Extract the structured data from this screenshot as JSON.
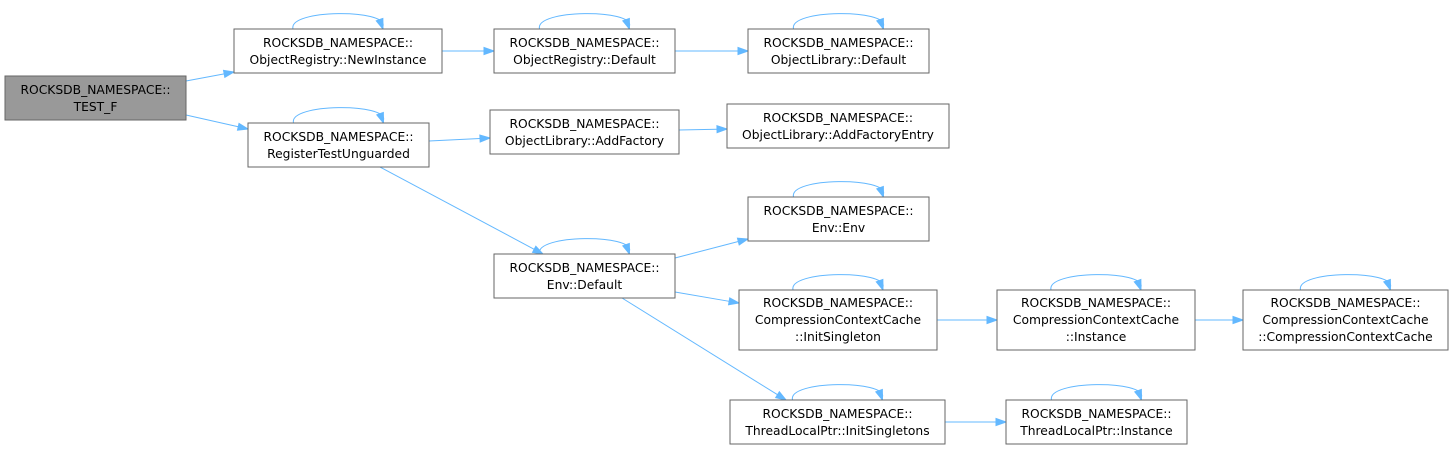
{
  "colors": {
    "edge": "#63b8ff",
    "node_border": "#666666",
    "root_fill": "#999999",
    "node_fill": "#ffffff"
  },
  "nodes": {
    "test_f": {
      "line1": "ROCKSDB_NAMESPACE::",
      "line2": "TEST_F"
    },
    "newinstance": {
      "line1": "ROCKSDB_NAMESPACE::",
      "line2": "ObjectRegistry::NewInstance"
    },
    "registry_default": {
      "line1": "ROCKSDB_NAMESPACE::",
      "line2": "ObjectRegistry::Default"
    },
    "library_default": {
      "line1": "ROCKSDB_NAMESPACE::",
      "line2": "ObjectLibrary::Default"
    },
    "register_unguarded": {
      "line1": "ROCKSDB_NAMESPACE::",
      "line2": "RegisterTestUnguarded"
    },
    "addfactory": {
      "line1": "ROCKSDB_NAMESPACE::",
      "line2": "ObjectLibrary::AddFactory"
    },
    "addfactoryentry": {
      "line1": "ROCKSDB_NAMESPACE::",
      "line2": "ObjectLibrary::AddFactoryEntry"
    },
    "env_env": {
      "line1": "ROCKSDB_NAMESPACE::",
      "line2": "Env::Env"
    },
    "env_default": {
      "line1": "ROCKSDB_NAMESPACE::",
      "line2": "Env::Default"
    },
    "ccc_initsingleton": {
      "line1": "ROCKSDB_NAMESPACE::",
      "line2": "CompressionContextCache",
      "line3": "::InitSingleton"
    },
    "ccc_instance": {
      "line1": "ROCKSDB_NAMESPACE::",
      "line2": "CompressionContextCache",
      "line3": "::Instance"
    },
    "ccc_ctor": {
      "line1": "ROCKSDB_NAMESPACE::",
      "line2": "CompressionContextCache",
      "line3": "::CompressionContextCache"
    },
    "tlp_initsingletons": {
      "line1": "ROCKSDB_NAMESPACE::",
      "line2": "ThreadLocalPtr::InitSingletons"
    },
    "tlp_instance": {
      "line1": "ROCKSDB_NAMESPACE::",
      "line2": "ThreadLocalPtr::Instance"
    }
  },
  "edges": [
    {
      "from": "test_f",
      "to": "newinstance"
    },
    {
      "from": "test_f",
      "to": "register_unguarded"
    },
    {
      "from": "newinstance",
      "to": "registry_default"
    },
    {
      "from": "registry_default",
      "to": "library_default"
    },
    {
      "from": "register_unguarded",
      "to": "addfactory"
    },
    {
      "from": "addfactory",
      "to": "addfactoryentry"
    },
    {
      "from": "register_unguarded",
      "to": "env_default"
    },
    {
      "from": "env_default",
      "to": "env_env"
    },
    {
      "from": "env_default",
      "to": "ccc_initsingleton"
    },
    {
      "from": "env_default",
      "to": "tlp_initsingletons"
    },
    {
      "from": "ccc_initsingleton",
      "to": "ccc_instance"
    },
    {
      "from": "ccc_instance",
      "to": "ccc_ctor"
    },
    {
      "from": "tlp_initsingletons",
      "to": "tlp_instance"
    },
    {
      "from": "newinstance",
      "to": "newinstance"
    },
    {
      "from": "registry_default",
      "to": "registry_default"
    },
    {
      "from": "library_default",
      "to": "library_default"
    },
    {
      "from": "register_unguarded",
      "to": "register_unguarded"
    },
    {
      "from": "env_default",
      "to": "env_default"
    },
    {
      "from": "env_env",
      "to": "env_env"
    },
    {
      "from": "ccc_initsingleton",
      "to": "ccc_initsingleton"
    },
    {
      "from": "ccc_instance",
      "to": "ccc_instance"
    },
    {
      "from": "ccc_ctor",
      "to": "ccc_ctor"
    },
    {
      "from": "tlp_initsingletons",
      "to": "tlp_initsingletons"
    },
    {
      "from": "tlp_instance",
      "to": "tlp_instance"
    }
  ]
}
